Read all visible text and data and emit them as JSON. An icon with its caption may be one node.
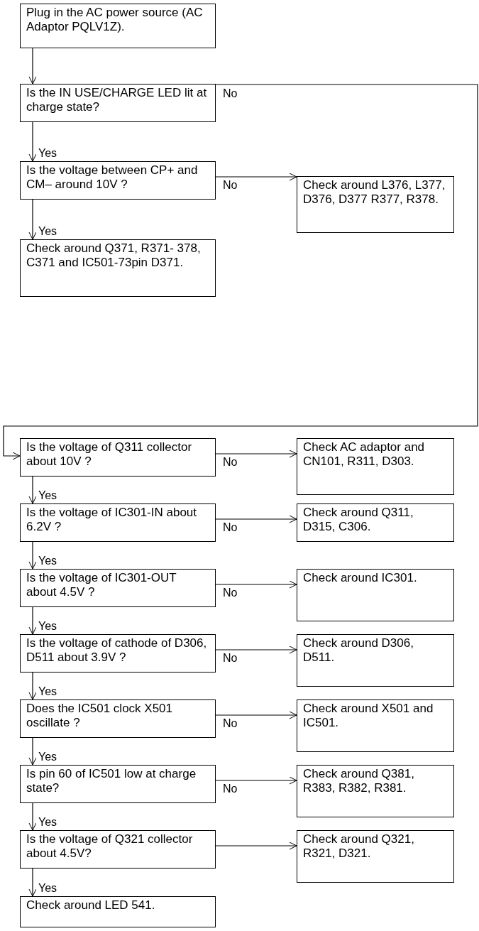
{
  "diagram": {
    "nodes": [
      {
        "text": [
          "Plug in the AC power source (AC Adaptor PQLV1Z)."
        ]
      },
      {
        "text": [
          "Is the IN USE/CHARGE LED lit at charge state?"
        ]
      },
      {
        "text": [
          "Is the voltage between CP+ and CM– around 10V ?"
        ]
      },
      {
        "text": [
          "Check around L376, L377, D376, D377 R377, R378."
        ]
      },
      {
        "text": [
          "Check around Q371, R371- 378, C371 and IC501-73pin D371."
        ]
      },
      {
        "text": [
          "Is the voltage of Q311 collector about 10V ?"
        ]
      },
      {
        "text": [
          "Check AC adaptor and CN101, R311, D303."
        ]
      },
      {
        "text": [
          "Is the voltage of IC301-IN about 6.2V ?"
        ]
      },
      {
        "text": [
          "Check around Q311, D315, C306."
        ]
      },
      {
        "text": [
          "Is the voltage of IC301-OUT about 4.5V ?"
        ]
      },
      {
        "text": [
          "Check around IC301."
        ]
      },
      {
        "text": [
          "Is the voltage of cathode of D306, D511 about 3.9V ?"
        ]
      },
      {
        "text": [
          "Check around D306, D511."
        ]
      },
      {
        "text": [
          "Does the IC501 clock X501 oscillate ?"
        ]
      },
      {
        "text": [
          "Check around X501 and IC501."
        ]
      },
      {
        "text": [
          "Is pin 60 of IC501 low at charge state?"
        ]
      },
      {
        "text": [
          "Check around Q381, R383, R382, R381."
        ]
      },
      {
        "text": [
          "Is the voltage of Q321 collector about 4.5V?"
        ]
      },
      {
        "text": [
          "Check around Q321, R321, D321."
        ]
      },
      {
        "text": [
          "Check around LED 541."
        ]
      }
    ],
    "edges": [
      {
        "from": 0,
        "to": 1,
        "arrow": "to"
      },
      {
        "from": 1,
        "to": 2,
        "arrow": "to",
        "label": "Yes"
      },
      {
        "from": 2,
        "to": 3,
        "arrow": "to",
        "label": "No"
      },
      {
        "from": 2,
        "to": 4,
        "arrow": "to",
        "label": "Yes"
      },
      {
        "from": 1,
        "to": 5,
        "arrow": "to",
        "label": "No"
      },
      {
        "from": 5,
        "to": 6,
        "arrow": "to",
        "label": "No"
      },
      {
        "from": 5,
        "to": 7,
        "arrow": "to",
        "label": "Yes"
      },
      {
        "from": 7,
        "to": 8,
        "arrow": "to",
        "label": "No"
      },
      {
        "from": 7,
        "to": 9,
        "arrow": "to",
        "label": "Yes"
      },
      {
        "from": 9,
        "to": 10,
        "arrow": "to",
        "label": "No"
      },
      {
        "from": 9,
        "to": 11,
        "arrow": "to",
        "label": "Yes"
      },
      {
        "from": 11,
        "to": 12,
        "arrow": "to",
        "label": "No"
      },
      {
        "from": 11,
        "to": 13,
        "arrow": "to",
        "label": "Yes"
      },
      {
        "from": 13,
        "to": 14,
        "arrow": "to",
        "label": "No"
      },
      {
        "from": 13,
        "to": 15,
        "arrow": "to",
        "label": "Yes"
      },
      {
        "from": 15,
        "to": 16,
        "arrow": "to",
        "label": "No"
      },
      {
        "from": 15,
        "to": 17,
        "arrow": "to",
        "label": "Yes"
      },
      {
        "from": 17,
        "to": 18,
        "arrow": "to"
      },
      {
        "from": 17,
        "to": 19,
        "arrow": "to",
        "label": "Yes"
      }
    ]
  }
}
